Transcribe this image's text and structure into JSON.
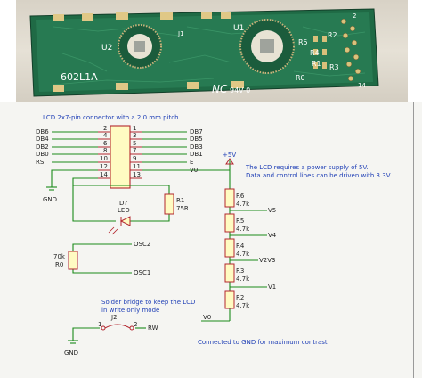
{
  "photo": {
    "silkscreen": {
      "u1": "U1",
      "u2": "U2",
      "j1": "J1",
      "model": "602L1A",
      "r2": "R2",
      "r3": "R3",
      "r4": "R4",
      "r5": "R5",
      "r1": "R1",
      "r0": "R0",
      "pin2": "2",
      "pin14": "14",
      "logo": "NC",
      "rating": "94V-0"
    }
  },
  "schematic": {
    "title": "LCD  2x7-pin connector with a 2.0 mm pitch",
    "left_signals": [
      "DB6",
      "DB4",
      "DB2",
      "DB0",
      "RS"
    ],
    "left_pins": [
      "2",
      "4",
      "6",
      "8",
      "10",
      "12",
      "14"
    ],
    "right_pins": [
      "1",
      "3",
      "5",
      "7",
      "9",
      "11",
      "13"
    ],
    "right_signals": [
      "DB7",
      "DB5",
      "DB3",
      "DB1",
      "E",
      "V0"
    ],
    "gnd_label": "GND",
    "power_label": "+5V",
    "power_note_1": "The LCD requires a power supply of 5V.",
    "power_note_2": "Data and control lines can be driven with 3.3V",
    "r1_ref": "R1",
    "r1_val": "75R",
    "led_ref": "D?",
    "led_val": "LED",
    "ladder": [
      {
        "ref": "R6",
        "val": "4.7k",
        "net": "V5"
      },
      {
        "ref": "R5",
        "val": "4.7k",
        "net": "V4"
      },
      {
        "ref": "R4",
        "val": "4.7k",
        "net": "V2V3"
      },
      {
        "ref": "R3",
        "val": "4.7k",
        "net": "V1"
      },
      {
        "ref": "R2",
        "val": "4.7k",
        "net": "V0"
      }
    ],
    "r0_ref": "R0",
    "r0_val": "70k",
    "osc2": "OSC2",
    "osc1": "OSC1",
    "bridge_note_1": "Solder bridge to keep the LCD",
    "bridge_note_2": "in write only mode",
    "j2_ref": "J2",
    "j2_pin1": "1",
    "j2_pin2": "2",
    "rw_label": "RW",
    "gnd_label_2": "GND",
    "contrast_note": "Connected to GND for maximum contrast"
  }
}
